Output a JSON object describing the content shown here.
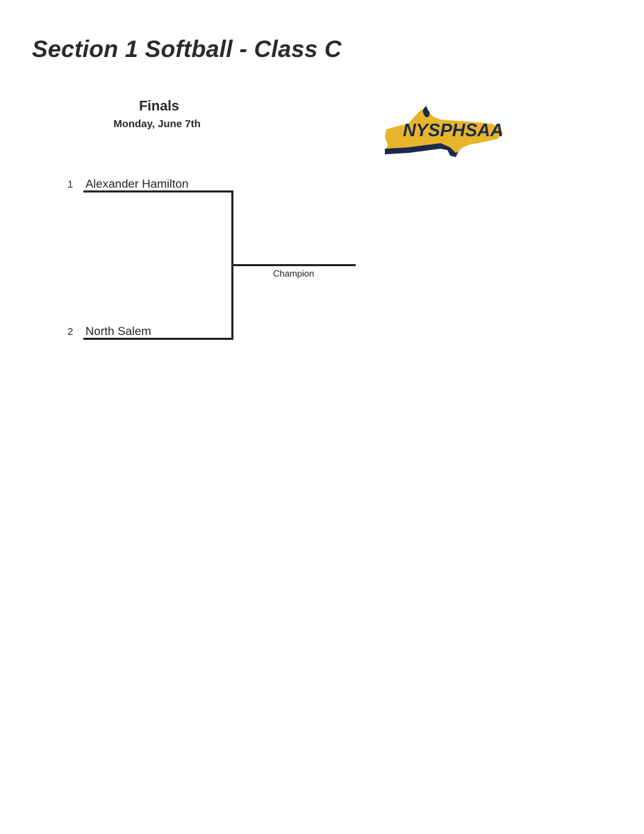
{
  "header": {
    "title": "Section 1 Softball - Class C"
  },
  "round": {
    "name": "Finals",
    "date": "Monday, June 7th"
  },
  "logo": {
    "text": "NYSPHSAA",
    "text_color": "#1b2a4a",
    "shape_color": "#e8b52a"
  },
  "bracket": {
    "teams": [
      {
        "seed": "1",
        "name": "Alexander Hamilton"
      },
      {
        "seed": "2",
        "name": "North Salem"
      }
    ],
    "champion_label": "Champion"
  }
}
